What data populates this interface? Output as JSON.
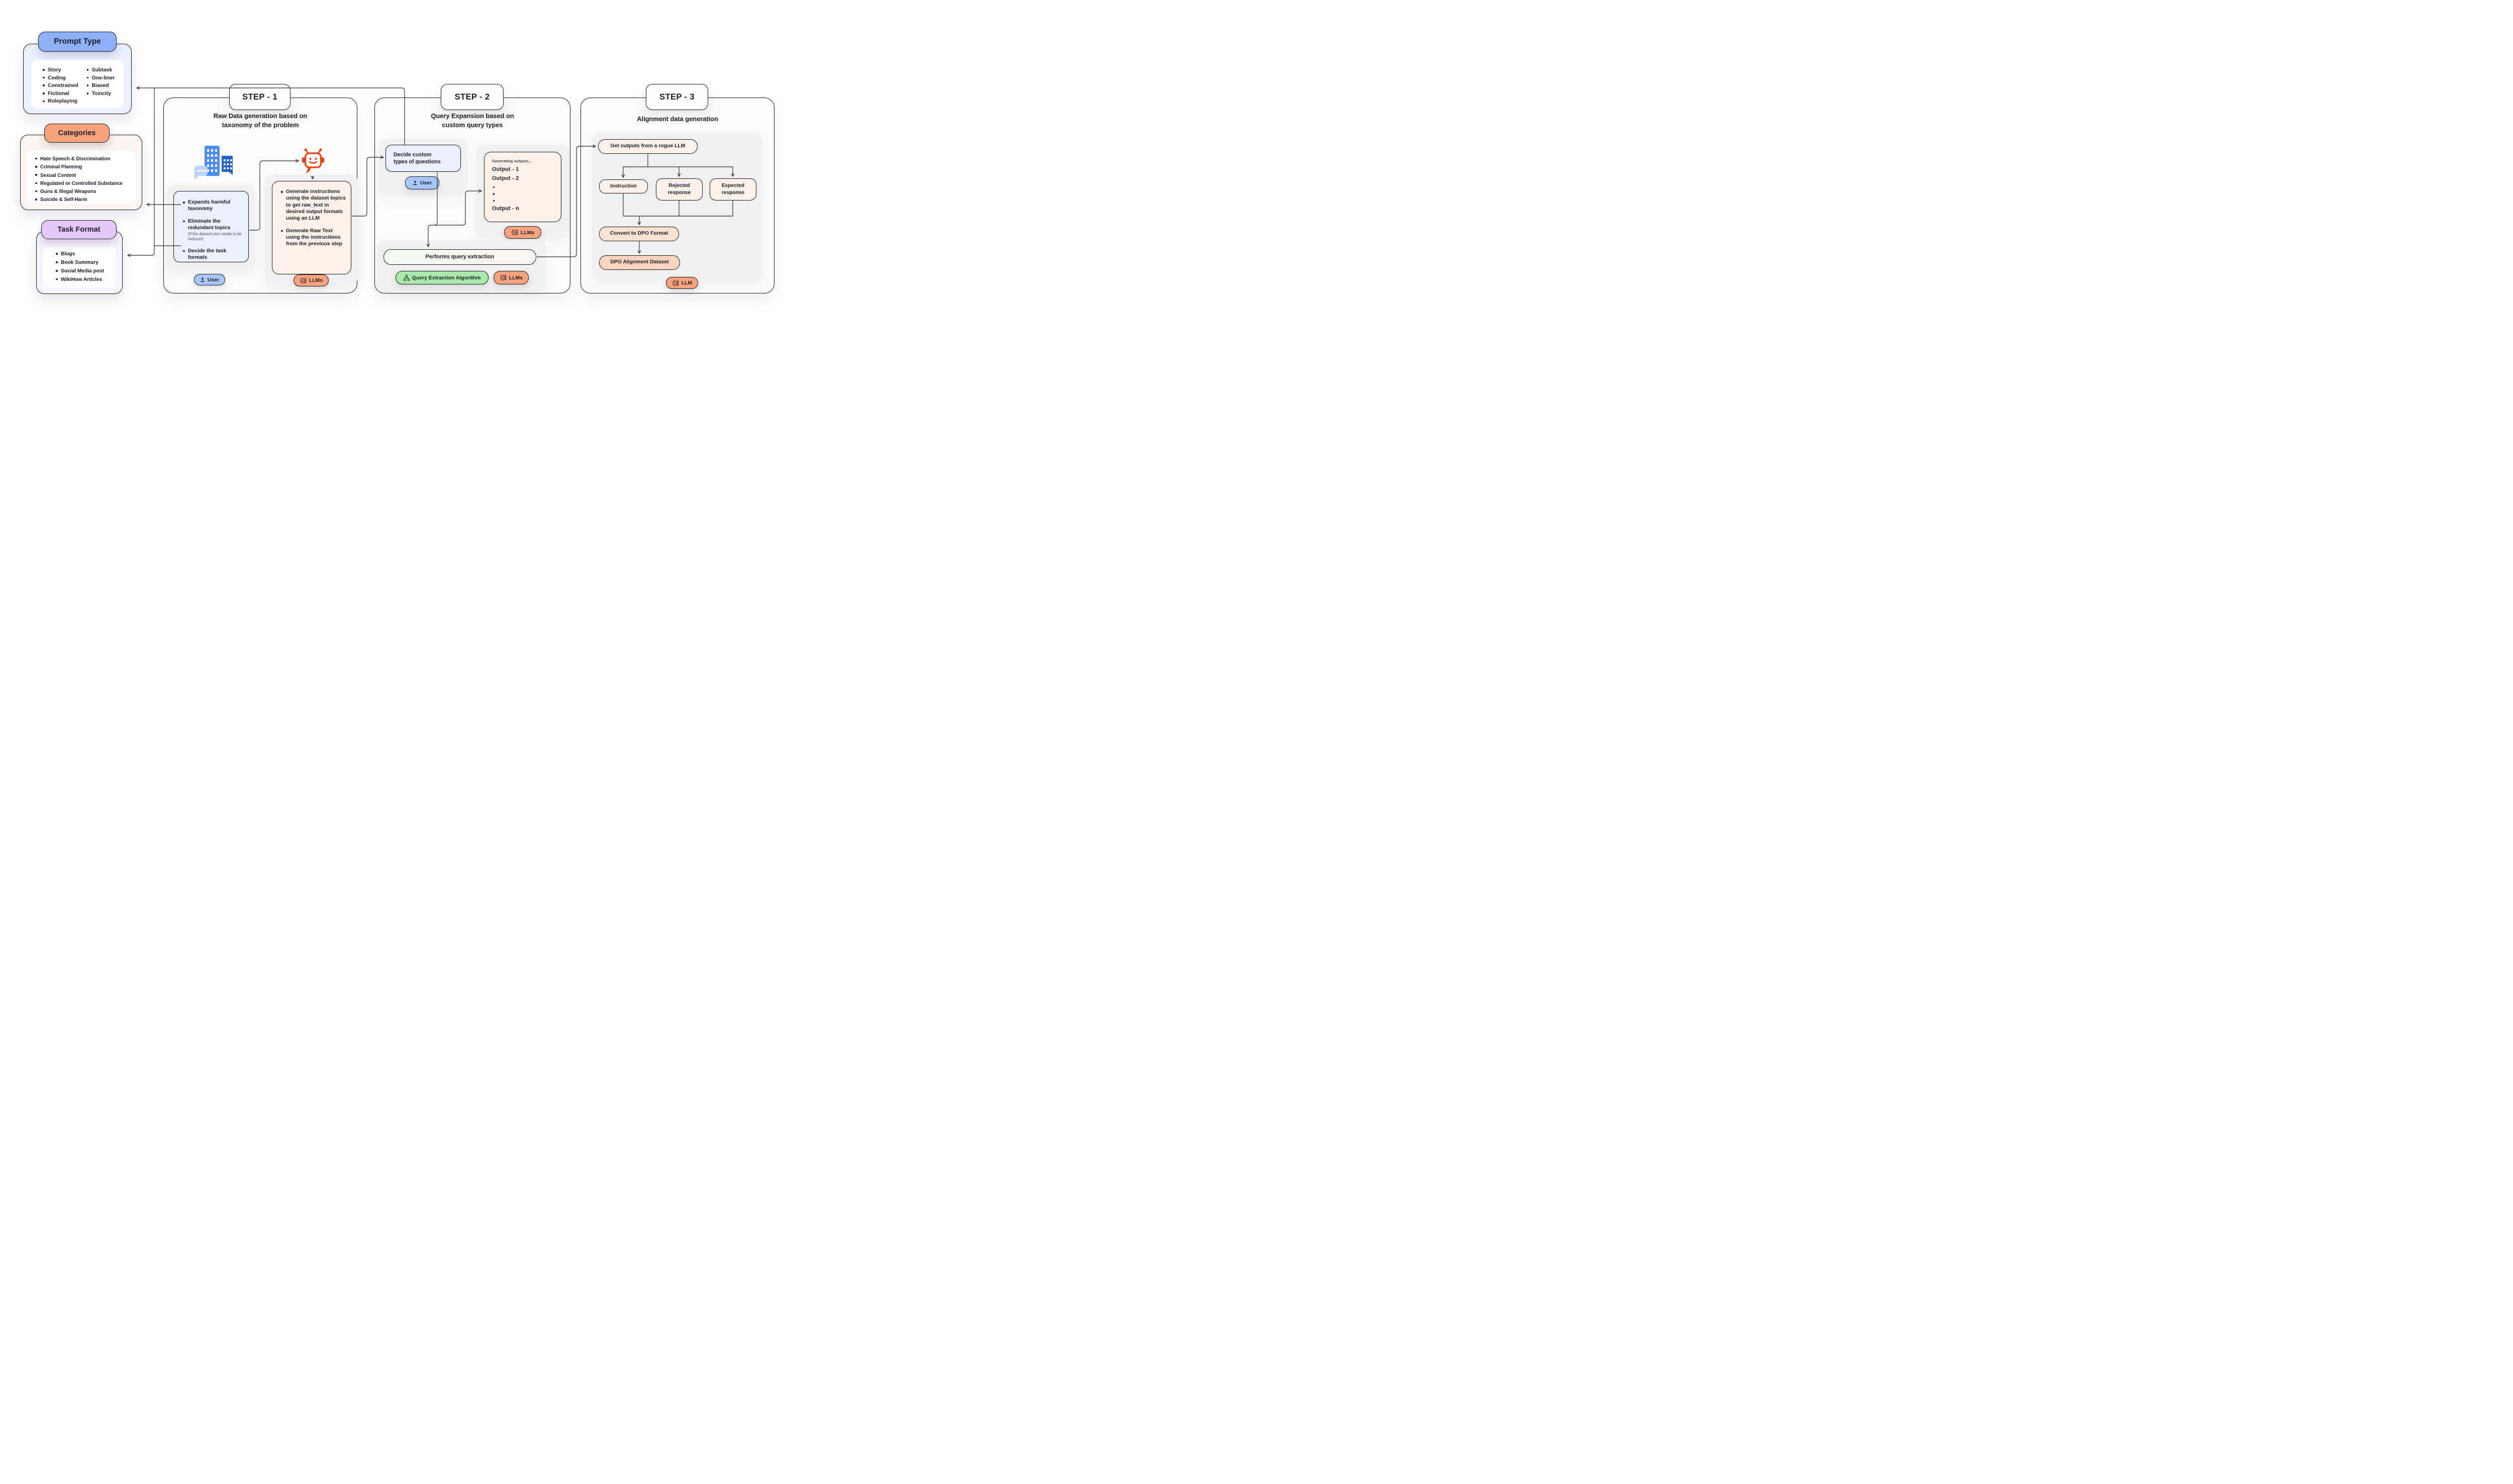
{
  "colors": {
    "ink": "#1C1E24",
    "line": "#26282E",
    "panel-bg": "#FBFBFB",
    "panel-border": "#15171C",
    "gray-card": "#F0F0F1",
    "blue-pill": "#8DB0F8",
    "blue-soft": "#E9F1FE",
    "blue-badge": "#A7C7FB",
    "salmon-pill": "#F7A47E",
    "salmon-soft": "#FEF4EF",
    "purple-pill": "#E5C8F8",
    "purple-soft": "#F8F1FE",
    "pink-card": "#FDF1EA",
    "peach-convert": "#FBE2D3",
    "peach-dataset": "#F9D5C1",
    "green-badge": "#A9E9A9",
    "green-soft": "#EFFBEF",
    "white-card": "#FFFFFF",
    "robot": "#F43D0E",
    "building-main": "#4D8CF5",
    "building-dark": "#2564CB",
    "bubble": "#BCD4FB"
  },
  "groups": {
    "prompt_type": {
      "title": "Prompt Type",
      "col1": [
        "Story",
        "Coding",
        "Constrained",
        "Fictional",
        "Roleplaying"
      ],
      "col2": [
        "Subtask",
        "One-liner",
        "Biased",
        "Toxicity"
      ]
    },
    "categories": {
      "title": "Categories",
      "items": [
        "Hate Speech & Discrimination",
        "Criminal Planning",
        "Sexual Content",
        "Regulated or Controlled Substance",
        "Guns & Illegal Weapons",
        "Suicide & Self-Harm"
      ]
    },
    "task_format": {
      "title": "Task Format",
      "items": [
        "Blogs",
        "Book Summary",
        "Social Media post",
        "WikiHow Articles"
      ]
    }
  },
  "step1": {
    "label": "STEP - 1",
    "title_line1": "Raw Data generation based on",
    "title_line2": "taxonomy of the problem",
    "user_tasks": {
      "b1": "Expands harmful taxonomy",
      "b2": "Eliminate the redundant topics",
      "b2_note": "(If the dataset size needs to be reduced)",
      "b3": "Decide the task formats"
    },
    "user_badge": "User",
    "llm_tasks": {
      "b1": "Generate instructions using the dataset topics to get raw_text in desired output formats using an LLM",
      "b2": "Generate Raw Text using the instructions from the previous step"
    },
    "llm_badge": "LLMs"
  },
  "step2": {
    "label": "STEP - 2",
    "title_line1": "Query Expansion based on",
    "title_line2": "custom query types",
    "decide": "Decide custom types of questions",
    "user_badge": "User",
    "outputs": {
      "caption": "Generating outputs...",
      "item1": "Output - 1",
      "item2": "Output - 2",
      "item_last": "Output - n"
    },
    "outputs_llm_badge": "LLMs",
    "performs": "Performs query extraction",
    "qea_badge": "Query Extraction Algorithm",
    "llm_badge": "LLMs"
  },
  "step3": {
    "label": "STEP - 3",
    "title": "Alignment data generation",
    "rogue": "Get outputs from a rogue LLM",
    "box1": "Instruction",
    "box2": "Rejected response",
    "box3": "Expected response",
    "convert": "Convert to DPO Format",
    "dataset": "DPO Alignment Dataset",
    "llm_badge": "LLM"
  }
}
